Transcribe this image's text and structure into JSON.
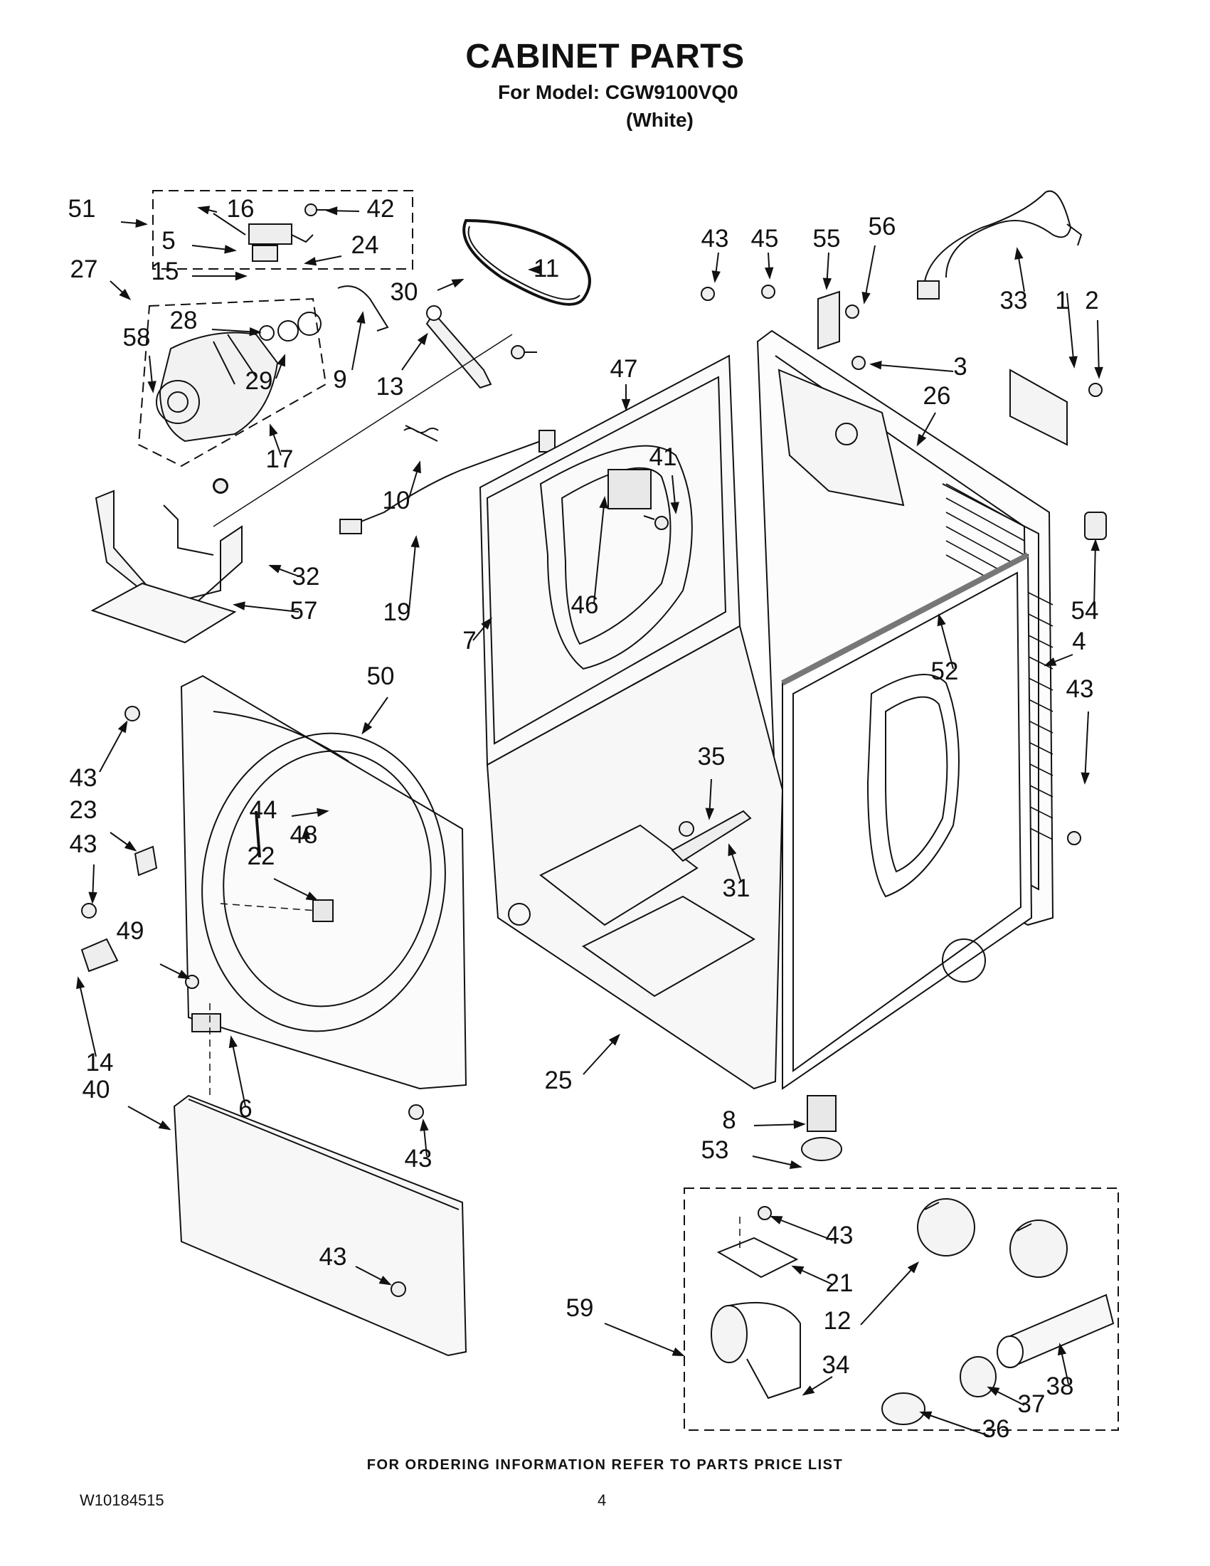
{
  "header": {
    "title": "CABINET PARTS",
    "model_line": "For Model: CGW9100VQ0",
    "color": "(White)"
  },
  "footer": {
    "ordering_note": "FOR ORDERING INFORMATION REFER TO PARTS PRICE LIST",
    "document_number": "W10184515",
    "page_number": "4"
  },
  "callouts": [
    "51",
    "16",
    "42",
    "5",
    "24",
    "15",
    "27",
    "28",
    "58",
    "29",
    "9",
    "30",
    "13",
    "11",
    "47",
    "43",
    "45",
    "55",
    "56",
    "33",
    "1",
    "2",
    "3",
    "26",
    "17",
    "10",
    "41",
    "19",
    "46",
    "32",
    "57",
    "7",
    "54",
    "4",
    "52",
    "50",
    "43",
    "43",
    "23",
    "43",
    "44",
    "48",
    "22",
    "35",
    "31",
    "49",
    "14",
    "40",
    "6",
    "43",
    "25",
    "8",
    "53",
    "43",
    "21",
    "12",
    "59",
    "34",
    "38",
    "37",
    "36",
    "43"
  ],
  "parts": {
    "motor": "motor",
    "belt": "drive-belt",
    "cabinet": "cabinet",
    "front_panel": "front-panel",
    "toe_panel": "toe-panel",
    "exhaust_kit": "exhaust-kit"
  }
}
